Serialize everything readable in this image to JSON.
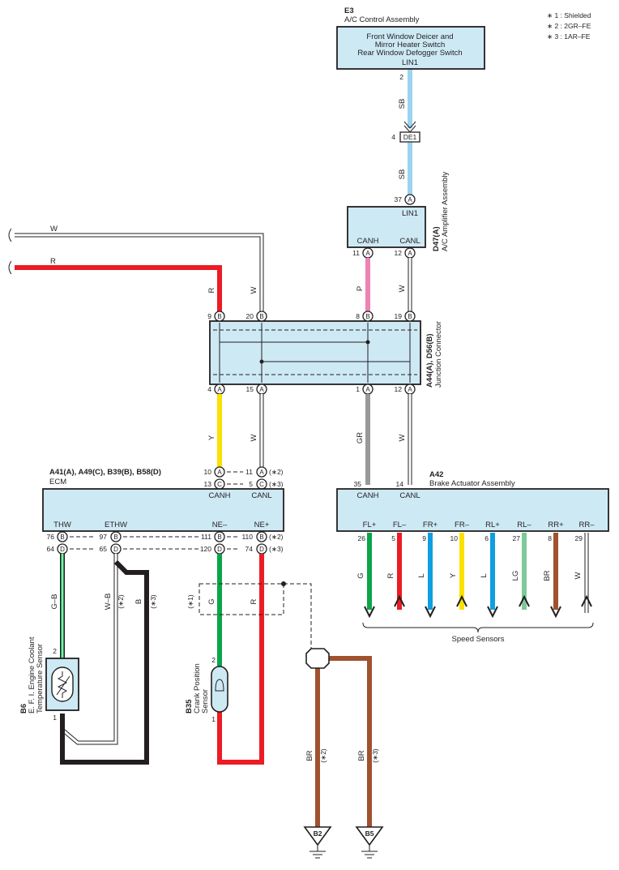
{
  "notes": [
    "∗ 1 : Shielded",
    "∗ 2 : 2GR–FE",
    "∗ 3 : 1AR–FE"
  ],
  "ac_control": {
    "id": "E3",
    "name": "A/C Control Assembly",
    "lines": [
      "Front Window Deicer and",
      "Mirror Heater Switch",
      "Rear Window Defogger Switch"
    ],
    "terminal": "LIN1",
    "pin": "2"
  },
  "junction_de1": {
    "label": "DE1",
    "pin": "4"
  },
  "ac_amplifier": {
    "id": "D47(A)",
    "name": "A/C Amplifier Assembly",
    "terminals": [
      "LIN1",
      "CANH",
      "CANL"
    ],
    "pins": [
      "37",
      "11",
      "12"
    ],
    "pin_letters": [
      "A",
      "A",
      "A"
    ]
  },
  "junction_connector": {
    "id": "A44(A), D56(B)",
    "name": "Junction Connector",
    "top_pins": [
      "9",
      "20",
      "8",
      "19"
    ],
    "top_letters": [
      "B",
      "B",
      "B",
      "B"
    ],
    "bottom_pins": [
      "4",
      "15",
      "1",
      "12"
    ],
    "bottom_letters": [
      "A",
      "A",
      "A",
      "A"
    ]
  },
  "ecm": {
    "id": "A41(A), A49(C), B39(B), B58(D)",
    "name": "ECM",
    "top_terminals": [
      "CANH",
      "CANL"
    ],
    "bottom_terminals": [
      "THW",
      "ETHW",
      "NE–",
      "NE+"
    ],
    "can_pins": [
      "10",
      "11",
      "13",
      "5"
    ],
    "can_letters": [
      "A",
      "A",
      "C",
      "C"
    ],
    "can_notes": [
      "(∗2)",
      "(∗3)"
    ],
    "row1_pins": [
      "76",
      "97",
      "111",
      "110"
    ],
    "row1_letters": [
      "B",
      "B",
      "B",
      "B"
    ],
    "row2_pins": [
      "64",
      "65",
      "120",
      "74"
    ],
    "row2_letters": [
      "D",
      "D",
      "D",
      "D"
    ],
    "row_notes": [
      "(∗2)",
      "(∗3)"
    ]
  },
  "brake_actuator": {
    "id": "A42",
    "name": "Brake Actuator Assembly",
    "can_pins": [
      "35",
      "14"
    ],
    "can_terminals": [
      "CANH",
      "CANL"
    ],
    "outputs": [
      {
        "term": "FL+",
        "pin": "26",
        "wire": "G",
        "color": "#0aa54a"
      },
      {
        "term": "FL–",
        "pin": "5",
        "wire": "R",
        "color": "#ec1c24"
      },
      {
        "term": "FR+",
        "pin": "9",
        "wire": "L",
        "color": "#0f9ee0"
      },
      {
        "term": "FR–",
        "pin": "10",
        "wire": "Y",
        "color": "#fbe000"
      },
      {
        "term": "RL+",
        "pin": "6",
        "wire": "L",
        "color": "#0f9ee0"
      },
      {
        "term": "RL–",
        "pin": "27",
        "wire": "LG",
        "color": "#7dc99a"
      },
      {
        "term": "RR+",
        "pin": "8",
        "wire": "BR",
        "color": "#a0522d"
      },
      {
        "term": "RR–",
        "pin": "29",
        "wire": "W",
        "color": "#ffffff"
      }
    ],
    "speed_sensors": "Speed Sensors"
  },
  "temp_sensor": {
    "id": "B6",
    "line1": "E. F. I. Engine Coolant",
    "line2": "Temperature Sensor",
    "pins": [
      "2",
      "1"
    ]
  },
  "crank_sensor": {
    "id": "B35",
    "line1": "Crank Position",
    "line2": "Sensor",
    "pins": [
      "2",
      "1"
    ]
  },
  "grounds": [
    "B2",
    "B5"
  ],
  "wire_labels": {
    "sb1": "SB",
    "sb2": "SB",
    "w_top": "W",
    "r_top": "R",
    "r_vert": "R",
    "w_vert": "W",
    "p_vert": "P",
    "w_vert2": "W",
    "y": "Y",
    "w3": "W",
    "gr": "GR",
    "w4": "W",
    "gb": "G–B",
    "wb": "W–B",
    "b": "B",
    "g": "G",
    "r2": "R",
    "br1": "BR",
    "br2": "BR",
    "star1": "(∗1)",
    "star2": "(∗2)",
    "star3": "(∗3)",
    "star2b": "(∗2)",
    "star3b": "(∗3)"
  },
  "colors": {
    "red": "#ec1c24",
    "blue": "#9bd4ef",
    "pink": "#ee82b4",
    "yellow": "#fbe000",
    "gray": "#999999",
    "green": "#0aa54a",
    "brown": "#a0522d",
    "black": "#231f20",
    "box": "#cde9f4"
  }
}
